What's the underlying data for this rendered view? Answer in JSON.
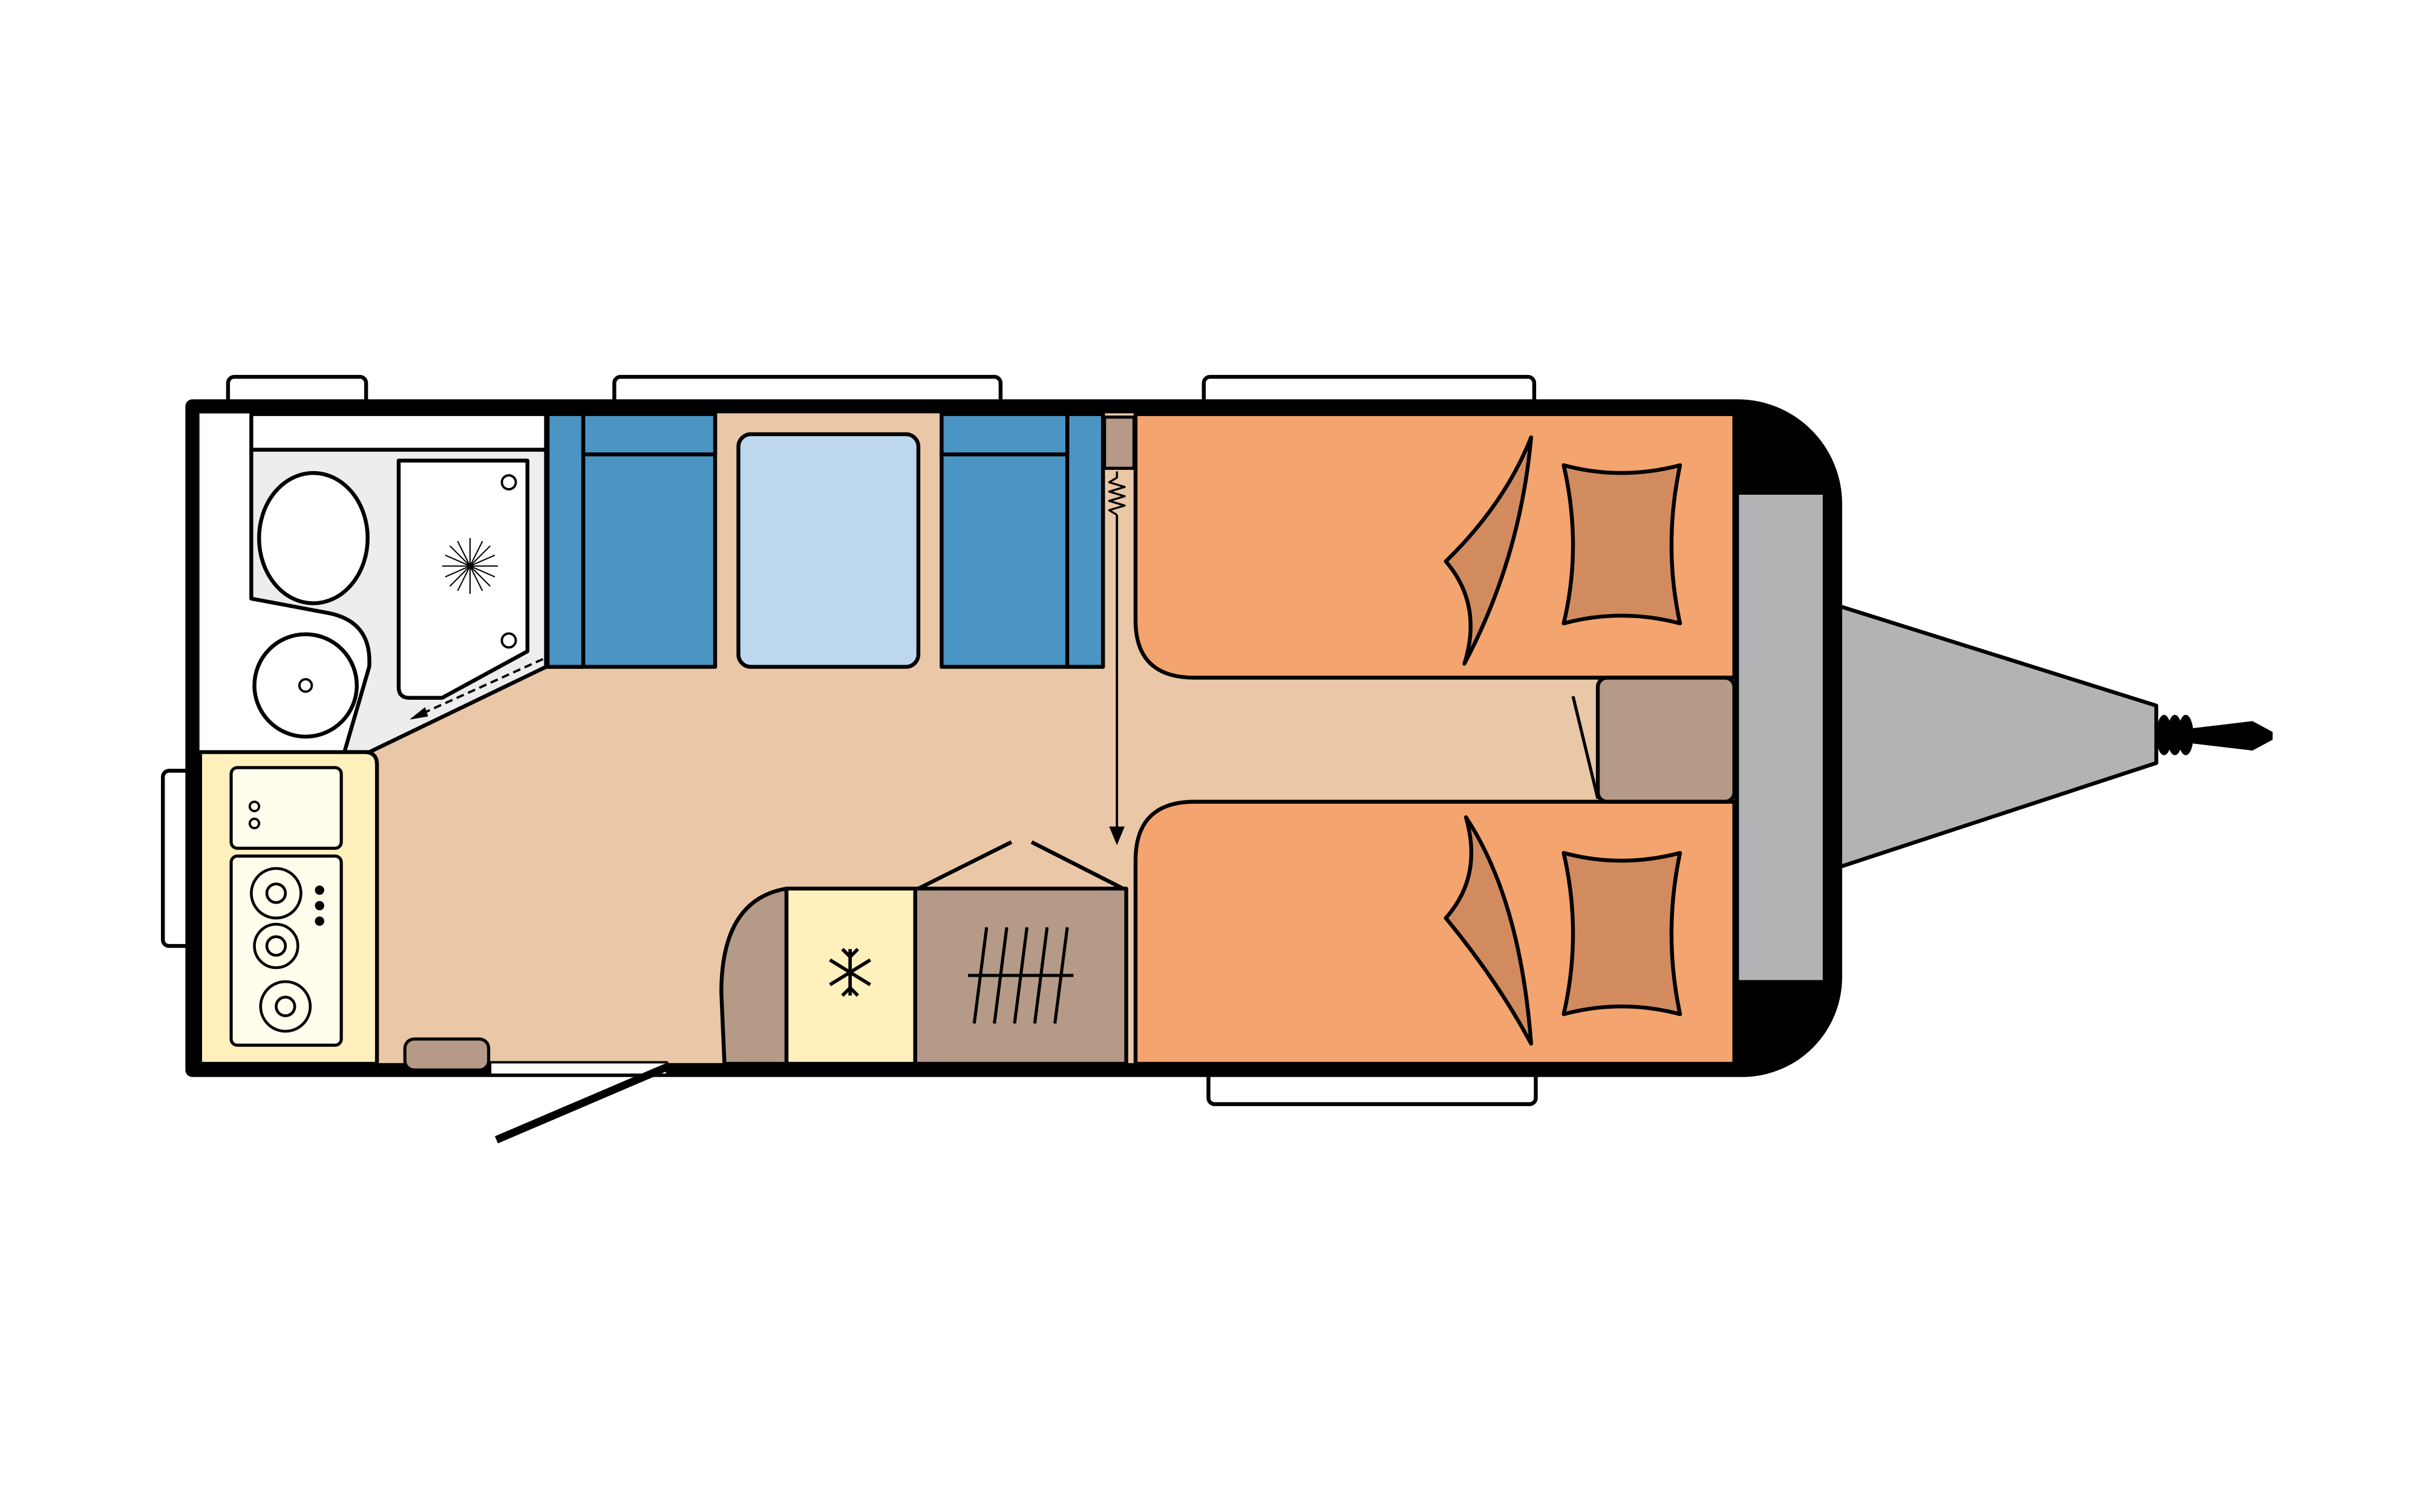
{
  "diagram": {
    "type": "caravan floor plan",
    "zones": [
      "bathroom",
      "kitchen",
      "dinette",
      "twin-beds",
      "front-storage",
      "drawbar"
    ],
    "colors": {
      "outline": "#000000",
      "floor": "#EAC7A6",
      "bathroom": "#EDEDED",
      "kitchen": "#FFF0BC",
      "seating": "#4A95C3",
      "table": "#BDD7EF",
      "beds": "#F4A46E",
      "pillows": "#D28B5F",
      "cabinets": "#B59A87",
      "front": "#B2B3B5"
    },
    "icons": [
      "toilet-icon",
      "shower-icon",
      "sink-icon",
      "hob-icon",
      "fridge-snowflake-icon",
      "oven-grill-icon",
      "spring-icon"
    ]
  }
}
